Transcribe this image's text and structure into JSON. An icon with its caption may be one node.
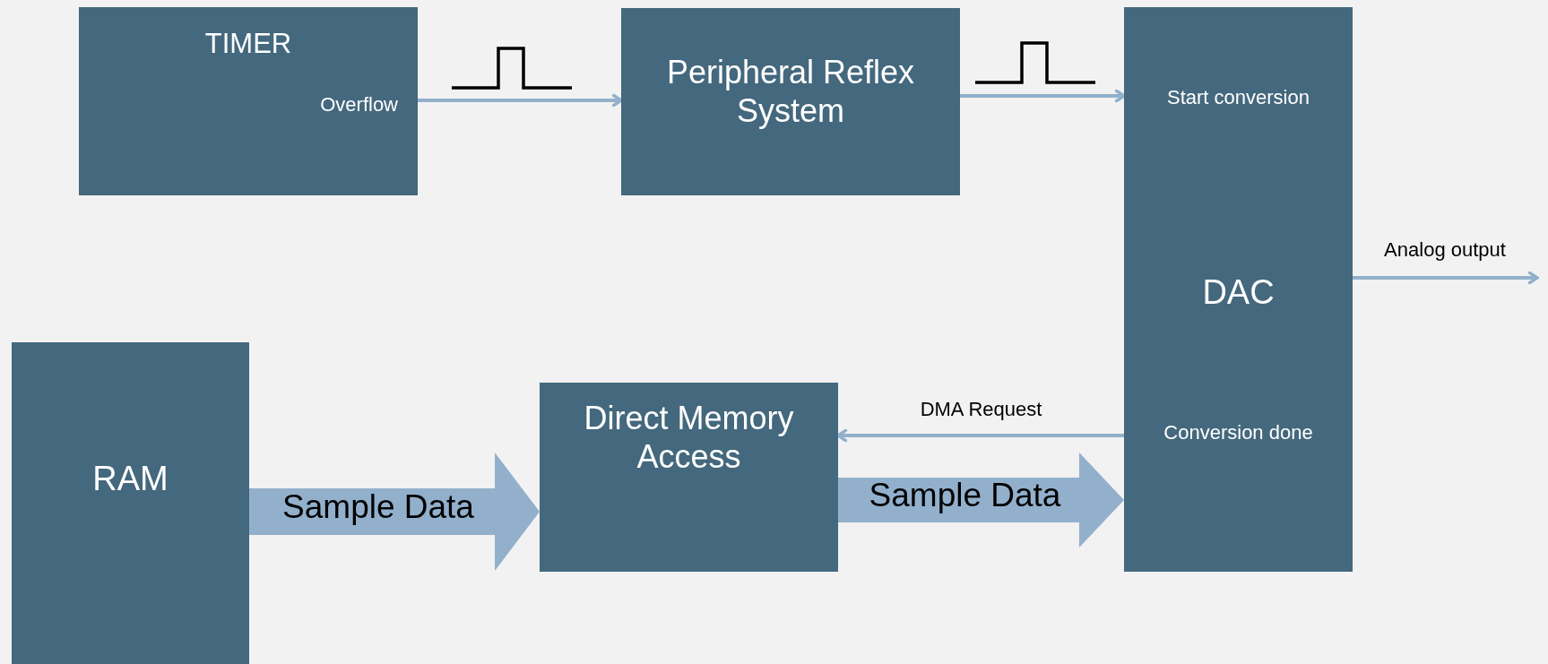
{
  "diagram": {
    "nodes": [
      {
        "text": [
          "TIMER",
          "Overflow"
        ]
      },
      {
        "text": [
          "Peripheral Reflex System"
        ]
      },
      {
        "text": [
          "Start conversion",
          "DAC",
          "Conversion done"
        ]
      },
      {
        "text": [
          "RAM"
        ]
      },
      {
        "text": [
          "Direct Memory Access"
        ]
      }
    ],
    "edges": [
      {
        "from": 0,
        "to": 1,
        "arrow": "to"
      },
      {
        "from": 1,
        "to": 2,
        "arrow": "to"
      },
      {
        "from": 2,
        "to": null,
        "arrow": "to",
        "label": "Analog output"
      },
      {
        "from": 2,
        "to": 4,
        "arrow": "to",
        "label": "DMA Request"
      },
      {
        "from": 3,
        "to": 4,
        "arrow": "to",
        "label": "Sample Data",
        "style": "thick"
      },
      {
        "from": 4,
        "to": 2,
        "arrow": "to",
        "label": "Sample Data",
        "style": "thick"
      }
    ]
  }
}
